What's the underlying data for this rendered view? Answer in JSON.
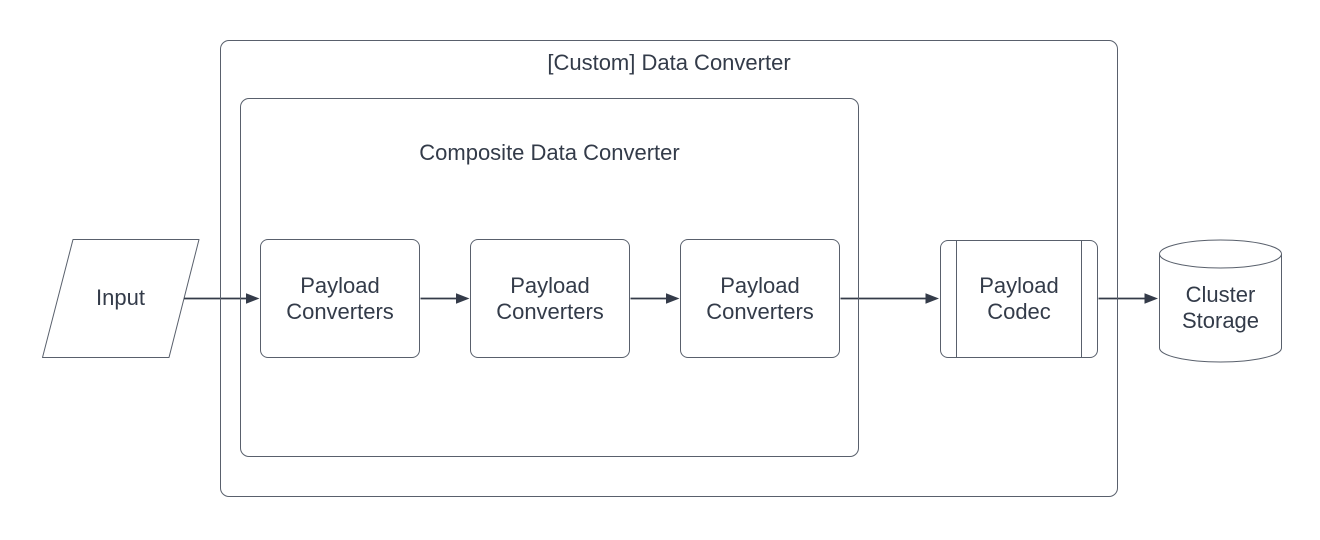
{
  "diagram": {
    "type": "flowchart",
    "containers": {
      "outer": {
        "label": "[Custom] Data Converter"
      },
      "inner": {
        "label": "Composite Data Converter"
      }
    },
    "nodes": {
      "input": {
        "label": "Input",
        "shape": "parallelogram"
      },
      "converter1": {
        "label": "Payload Converters",
        "shape": "rounded-rectangle"
      },
      "converter2": {
        "label": "Payload Converters",
        "shape": "rounded-rectangle"
      },
      "converter3": {
        "label": "Payload Converters",
        "shape": "rounded-rectangle"
      },
      "codec": {
        "label": "Payload Codec",
        "shape": "predefined-process"
      },
      "storage": {
        "label": "Cluster Storage",
        "shape": "cylinder"
      }
    },
    "edges": [
      {
        "from": "Input",
        "to": "Payload Converters (1)"
      },
      {
        "from": "Payload Converters (1)",
        "to": "Payload Converters (2)"
      },
      {
        "from": "Payload Converters (2)",
        "to": "Payload Converters (3)"
      },
      {
        "from": "Payload Converters (3)",
        "to": "Payload Codec"
      },
      {
        "from": "Payload Codec",
        "to": "Cluster Storage"
      }
    ],
    "colors": {
      "background": "#ffffff",
      "shape_stroke": "#59606c",
      "arrow": "#343b49",
      "text": "#333b49"
    }
  }
}
